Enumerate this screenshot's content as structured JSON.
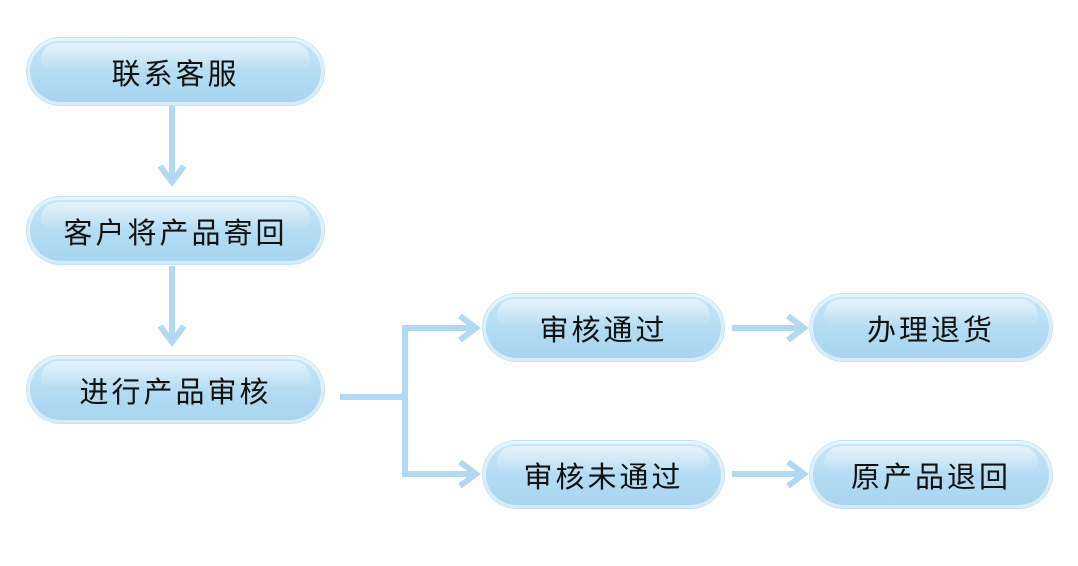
{
  "diagram": {
    "nodes": {
      "contact_support": "联系客服",
      "send_back": "客户将产品寄回",
      "review": "进行产品审核",
      "review_passed": "审核通过",
      "process_return": "办理退货",
      "review_failed": "审核未通过",
      "return_product": "原产品退回"
    }
  },
  "colors": {
    "node_fill": "#b3dbf3",
    "arrow": "#b1daf2",
    "text": "#111111"
  }
}
